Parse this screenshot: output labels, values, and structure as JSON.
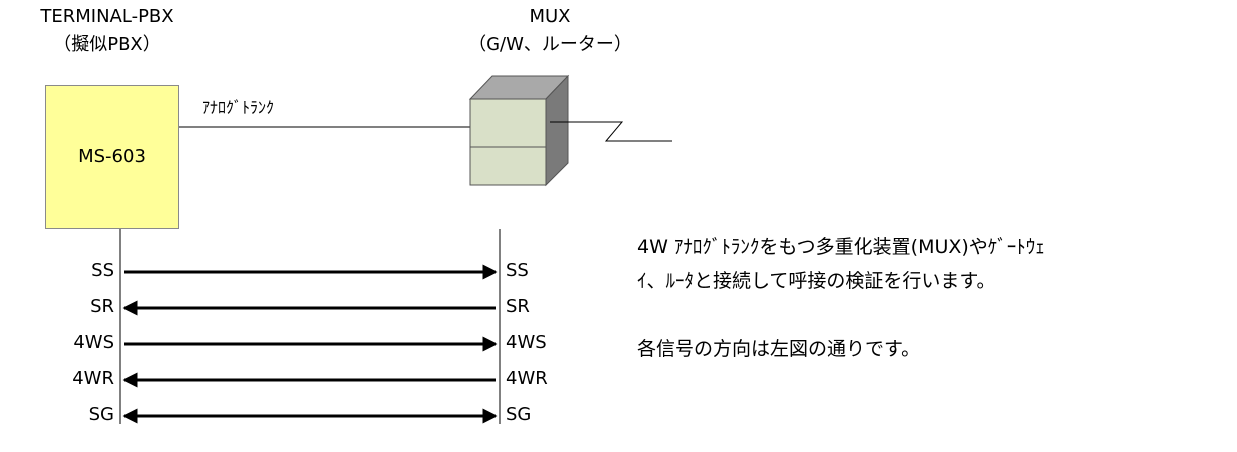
{
  "pbx": {
    "title": "TERMINAL-PBX",
    "subtitle": "（擬似PBX）",
    "model": "MS-603",
    "fill_color": "#ffff99"
  },
  "mux": {
    "title": "MUX",
    "subtitle": "（G/W、ルーター）",
    "face_color": "#d9e0c8",
    "side_color": "#7a7a7a",
    "top_color": "#a9a9a9"
  },
  "trunk_label": "ｱﾅﾛｸﾞﾄﾗﾝｸ",
  "signals": [
    {
      "left": "SS",
      "right": "SS",
      "direction": "right"
    },
    {
      "left": "SR",
      "right": "SR",
      "direction": "left"
    },
    {
      "left": "4WS",
      "right": "4WS",
      "direction": "right"
    },
    {
      "left": "4WR",
      "right": "4WR",
      "direction": "left"
    },
    {
      "left": "SG",
      "right": "SG",
      "direction": "both"
    }
  ],
  "description": {
    "line1": "4W ｱﾅﾛｸﾞﾄﾗﾝｸをもつ多重化装置(MUX)やｹﾞｰﾄｳｪ",
    "line2": "ｲ、ﾙｰﾀと接続して呼接の検証を行います。",
    "line3": "各信号の方向は左図の通りです。"
  }
}
